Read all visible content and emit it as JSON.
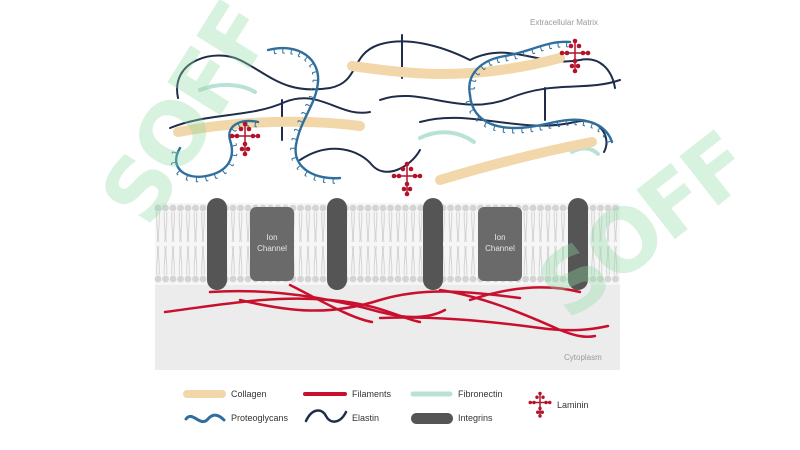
{
  "regions": {
    "extracellular": "Extracellular Matrix",
    "cytoplasm": "Cytoplasm"
  },
  "channels": [
    {
      "line1": "Ion",
      "line2": "Channel"
    },
    {
      "line1": "Ion",
      "line2": "Channel"
    }
  ],
  "legend": {
    "collagen": "Collagen",
    "filaments": "Filaments",
    "fibronectin": "Fibronectin",
    "laminin": "Laminin",
    "proteoglycans": "Proteoglycans",
    "elastin": "Elastin",
    "integrins": "Integrins"
  },
  "colors": {
    "collagen": "#f1d7a9",
    "filaments": "#c8102e",
    "fibronectin": "#b9e2d6",
    "laminin": "#b3122a",
    "proteoglycans": "#2f6f9e",
    "elastin": "#1f2d4a",
    "integrins": "#555555",
    "membrane": "#d4d4d4",
    "cytoplasm": "#ececec"
  },
  "watermark": {
    "text": "SOFF"
  }
}
